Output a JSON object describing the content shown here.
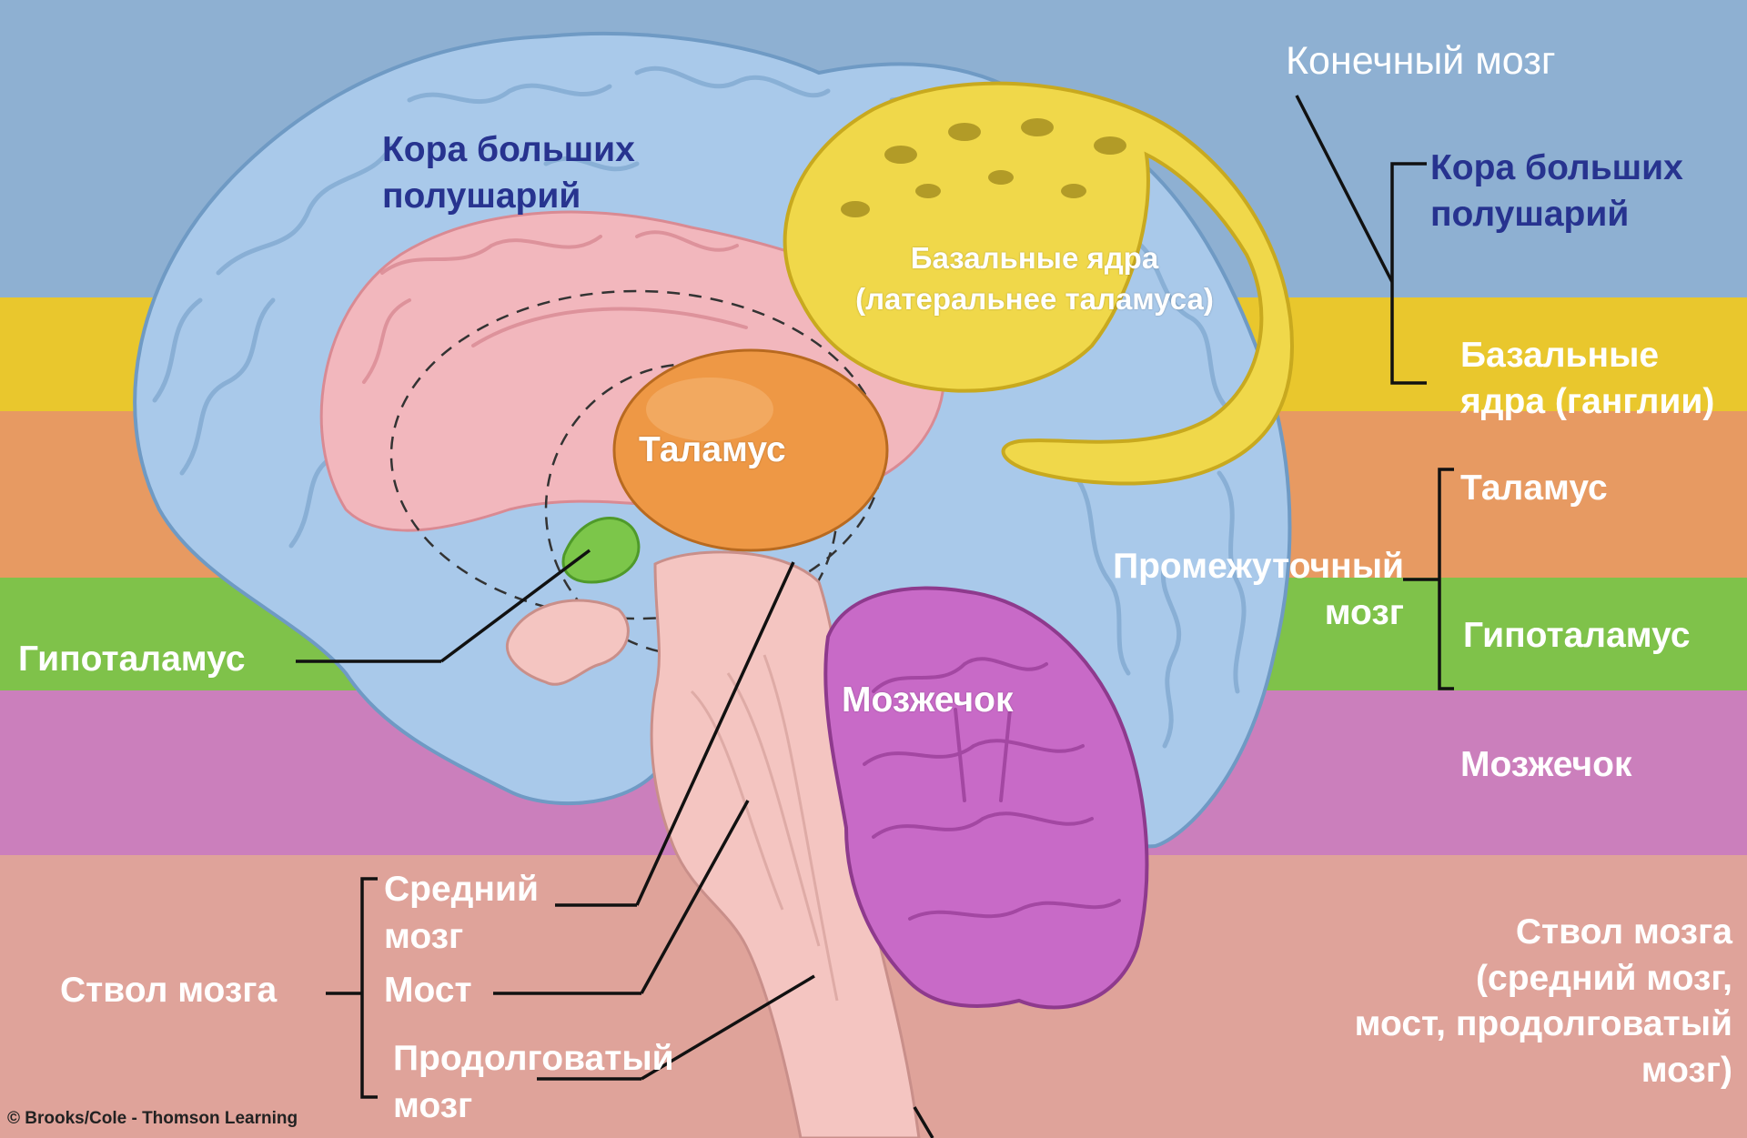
{
  "colors": {
    "telencephalon_band": "#8eb0d2",
    "basal_band": "#e9c72d",
    "thalamus_band": "#e79a62",
    "hypothalamus_band": "#7fc24a",
    "cerebellum_band": "#cb7fbc",
    "brainstem_band": "#dfa39a",
    "cortex": "#a9c9ea",
    "limbic": "#f2b7bd",
    "basal_ganglia": "#f0d84a",
    "thalamus": "#ee9845",
    "hypothalamus": "#7cc64a",
    "cerebellum": "#c86ac7",
    "brainstem": "#f4c5c1",
    "label_blue": "#27338f"
  },
  "labels_in_figure": {
    "cortex": [
      "Кора больших",
      "полушарий"
    ],
    "basal_nuclei": [
      "Базальные ядра",
      "(латеральнее таламуса)"
    ],
    "thalamus": "Таламус",
    "hypothalamus": "Гипоталамус",
    "cerebellum": "Мозжечок",
    "midbrain": [
      "Средний",
      "мозг"
    ],
    "pons": "Мост",
    "medulla": [
      "Продолговатый",
      "мозг"
    ],
    "brainstem": "Ствол мозга"
  },
  "legend": {
    "telencephalon": "Конечный мозг",
    "cortex": [
      "Кора больших",
      "полушарий"
    ],
    "basal_ganglia": [
      "Базальные",
      "ядра (ганглии)"
    ],
    "diencephalon": [
      "Промежуточный",
      "мозг"
    ],
    "thalamus": "Таламус",
    "hypothalamus": "Гипоталамус",
    "cerebellum": "Мозжечок",
    "brainstem": [
      "Ствол мозга",
      "(средний мозг,",
      "мост, продолговатый",
      "мозг)"
    ]
  },
  "credit": "© Brooks/Cole - Thomson Learning"
}
